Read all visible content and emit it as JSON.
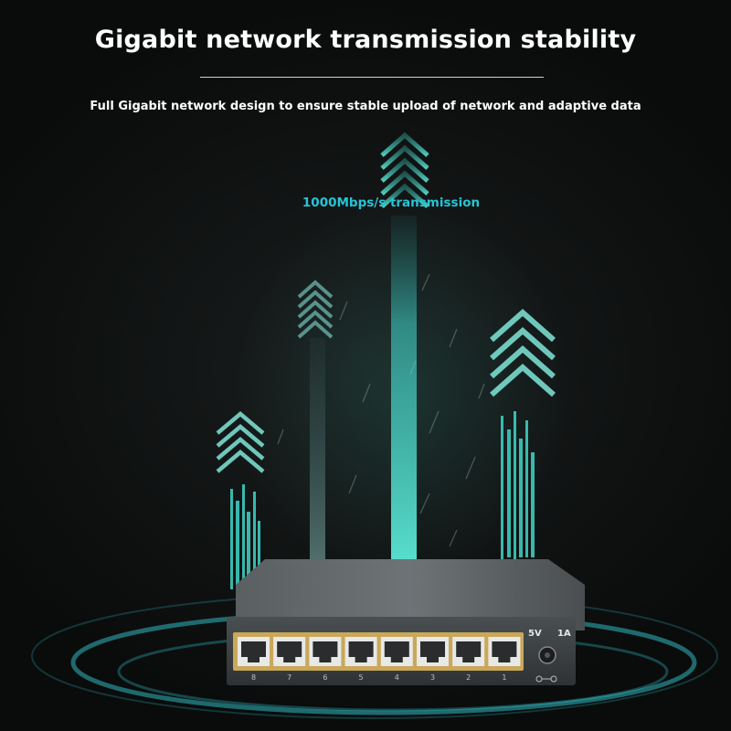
{
  "banner": {
    "headline": "Gigabit network transmission stability",
    "subline": "Full Gigabit network design to ensure stable upload of network and adaptive data",
    "speed_label": "1000Mbps/s transmission"
  },
  "device": {
    "power_voltage": "5V",
    "power_current": "1A",
    "port_numbers": [
      "8",
      "7",
      "6",
      "5",
      "4",
      "3",
      "2",
      "1"
    ]
  },
  "colors": {
    "accent": "#25c6d6",
    "beam": "#4fe0cf",
    "background": "#0b0d0d",
    "device_body": "#3a3e40"
  }
}
